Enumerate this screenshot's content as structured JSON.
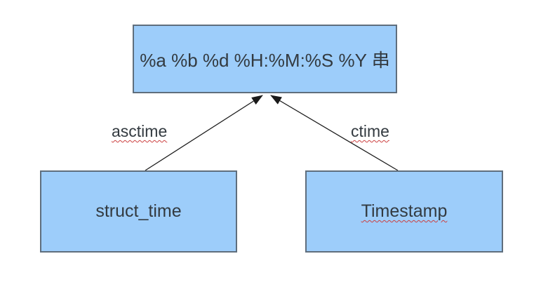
{
  "diagram": {
    "title_box": {
      "label": "%a %b %d %H:%M:%S %Y 串"
    },
    "left_box": {
      "label": "struct_time"
    },
    "right_box": {
      "label": "Timestamp"
    },
    "edges": [
      {
        "label": "asctime",
        "from": "struct_time",
        "to": "title_box"
      },
      {
        "label": "ctime",
        "from": "Timestamp",
        "to": "title_box"
      }
    ],
    "colors": {
      "bg": "#ffffff",
      "box_fill": "#9dcdfa",
      "box_border": "#5f6e7d",
      "text": "#333a40",
      "arrow": "#1a1a1a",
      "squiggle": "#cc4040"
    }
  }
}
